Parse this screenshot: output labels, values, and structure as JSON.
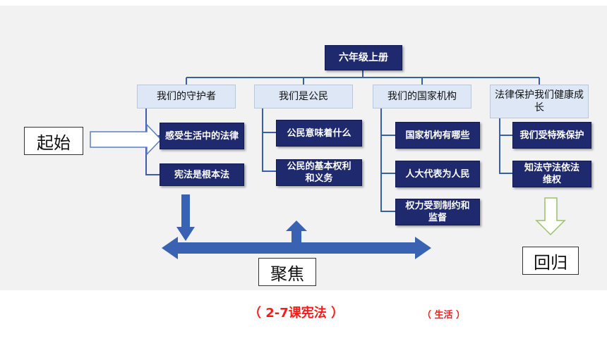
{
  "diagram": {
    "root": "六年级上册",
    "columns": [
      {
        "heading": "我们的守护者",
        "items": [
          "感受生活中的法律",
          "宪法是根本法"
        ]
      },
      {
        "heading": "我们是公民",
        "items": [
          "公民意味着什么",
          "公民的基本权利和义务"
        ]
      },
      {
        "heading": "我们的国家机构",
        "items": [
          "国家机构有哪些",
          "人大代表为人民",
          "权力受到制约和监督"
        ]
      },
      {
        "heading": "法律保护我们健康成长",
        "items": [
          "我们受特殊保护",
          "知法守法依法维权"
        ]
      }
    ],
    "start_label": "起始",
    "focus_label": "聚焦",
    "return_label": "回归"
  },
  "footer": {
    "lesson": "（ 2-7课宪法 ）",
    "life": "（ 生活 ）"
  },
  "colors": {
    "box_dark": "#1f2a6e",
    "header_bg": "#dde7f5",
    "arrow_blue": "#3a62b3",
    "accent_red": "#ff1a1a"
  }
}
